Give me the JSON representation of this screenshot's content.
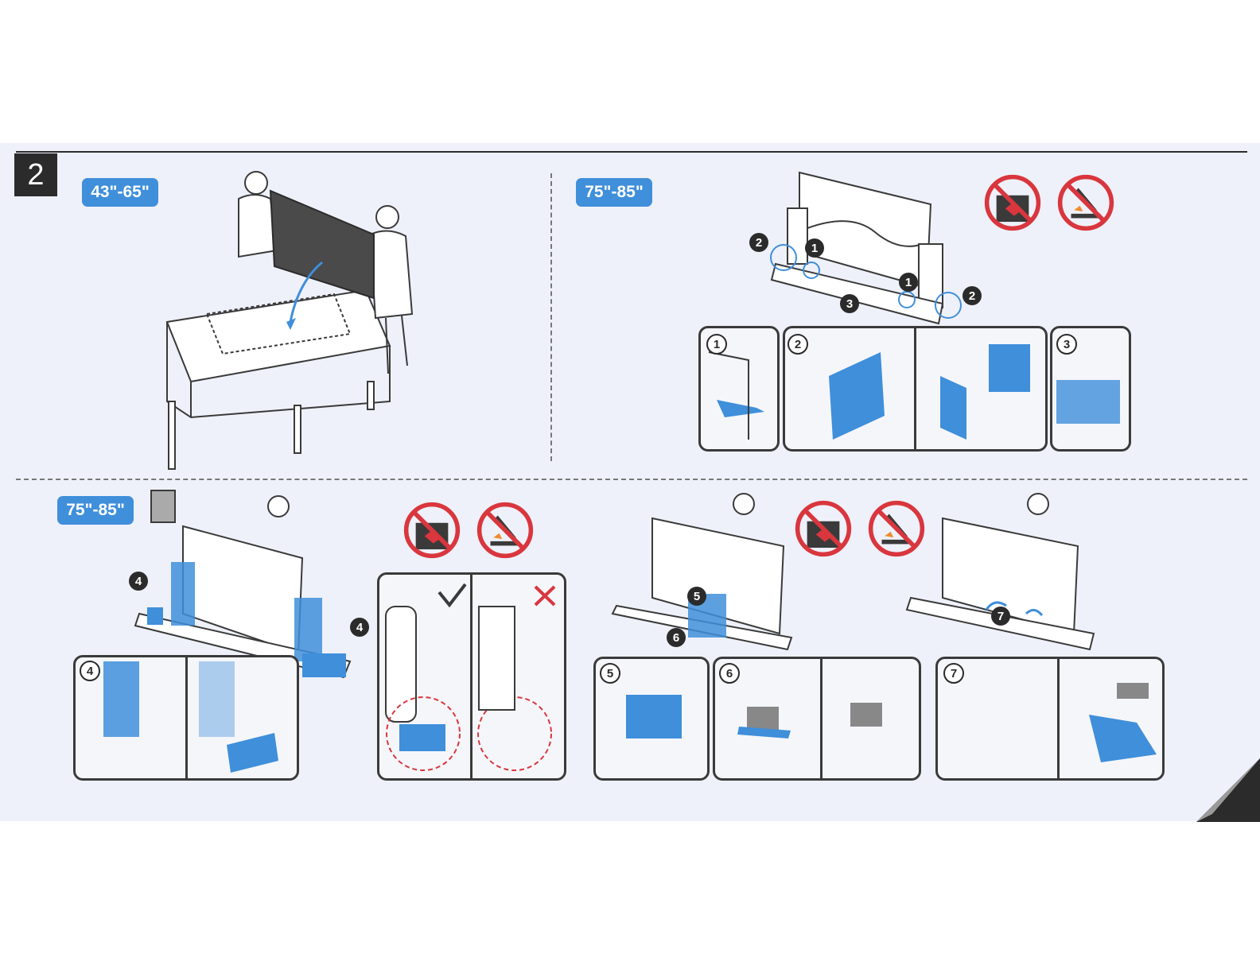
{
  "step": {
    "number": "2"
  },
  "size_tags": {
    "top_left": "43\"-65\"",
    "top_right": "75\"-85\"",
    "bottom_left": "75\"-85\""
  },
  "step_numbers": {
    "n1": "1",
    "n2": "2",
    "n3": "3",
    "n4": "4",
    "n5": "5",
    "n6": "6",
    "n7": "7"
  },
  "marks": {
    "correct": "correct-check-icon",
    "incorrect": "incorrect-cross-icon"
  },
  "icons": [
    "no-impact-icon",
    "no-pressure-icon",
    "check-icon",
    "cross-icon",
    "arrow-icon",
    "page-curl-icon"
  ],
  "colors": {
    "accent_blue": "#3f8fdb",
    "prohibit_red": "#d9363e",
    "line": "#3a3a3a",
    "paper": "#eef1f9"
  }
}
